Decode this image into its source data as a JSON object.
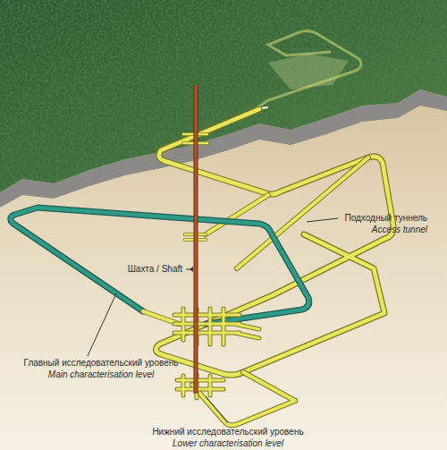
{
  "diagram": {
    "labels": [
      "Подходный туннель",
      "Access tunnel",
      "Шахта / Shaft",
      "Главный исследовательский уровень",
      "Main characterisation level",
      "Нижний исследовательский уровень",
      "Lower characterisation level"
    ]
  }
}
